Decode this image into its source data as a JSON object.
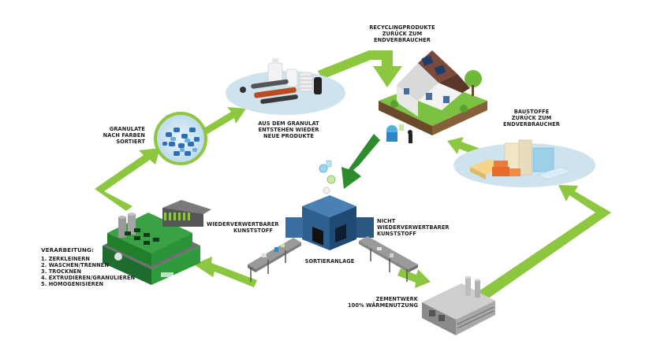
{
  "colors": {
    "arrow_green": "#8dc63f",
    "dark_green": "#2e8b2e",
    "ellipse_blue": "#cfe3ef",
    "machine_blue": "#2f5f8e",
    "text": "#1e1e1e"
  },
  "labels": {
    "consumer": [
      "RECYCLINGPRODUKTE",
      "ZURÜCK ZUM",
      "ENDVERBRAUCHER"
    ],
    "products": [
      "AUS DEM GRANULAT",
      "ENTSTEHEN WIEDER",
      "NEUE PRODUKTE"
    ],
    "granulate": [
      "GRANULATE",
      "NACH FARBEN",
      "SORTIERT"
    ],
    "building_materials": [
      "BAUSTOFFE",
      "ZURÜCK ZUM",
      "ENDVERBRAUCHER"
    ],
    "recyclable": [
      "WIEDERVERWERTBARER",
      "KUNSTSTOFF"
    ],
    "non_recyclable": [
      "NICHT",
      "WIEDERVERWERTBARER",
      "KUNSTSTOFF"
    ],
    "sorting": [
      "SORTIERANLAGE"
    ],
    "cement": [
      "ZEMENTWERK",
      "100% WÄRMENUTZUNG"
    ],
    "processing_title": "VERARBEITUNG:",
    "processing_steps": [
      "1. ZERKLEINERN",
      "2. WASCHEN/TRENNEN",
      "3. TROCKNEN",
      "4. EXTRUDIEREN/GRANULIEREN",
      "5. HOMOGENISIEREN"
    ]
  }
}
